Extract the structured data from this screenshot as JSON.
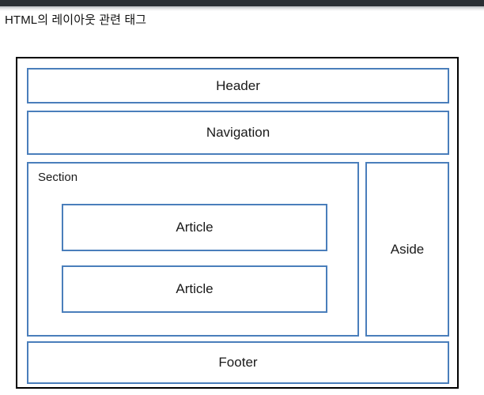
{
  "window": {
    "chrome_bar_color": "#2b3034",
    "background_color": "#ffffff"
  },
  "page_title": "HTML의 레이아웃 관련 태그",
  "diagram": {
    "type": "html-layout-structure",
    "frame_border_color": "#000000",
    "region_border_color": "#4a7ebb",
    "regions": [
      {
        "id": "header",
        "label": "Header",
        "label_align": "center"
      },
      {
        "id": "navigation",
        "label": "Navigation",
        "label_align": "center"
      },
      {
        "id": "section",
        "label": "Section",
        "label_align": "top-left"
      },
      {
        "id": "article1",
        "label": "Article",
        "label_align": "center"
      },
      {
        "id": "article2",
        "label": "Article",
        "label_align": "center"
      },
      {
        "id": "aside",
        "label": "Aside",
        "label_align": "center"
      },
      {
        "id": "footer",
        "label": "Footer",
        "label_align": "center"
      }
    ]
  }
}
